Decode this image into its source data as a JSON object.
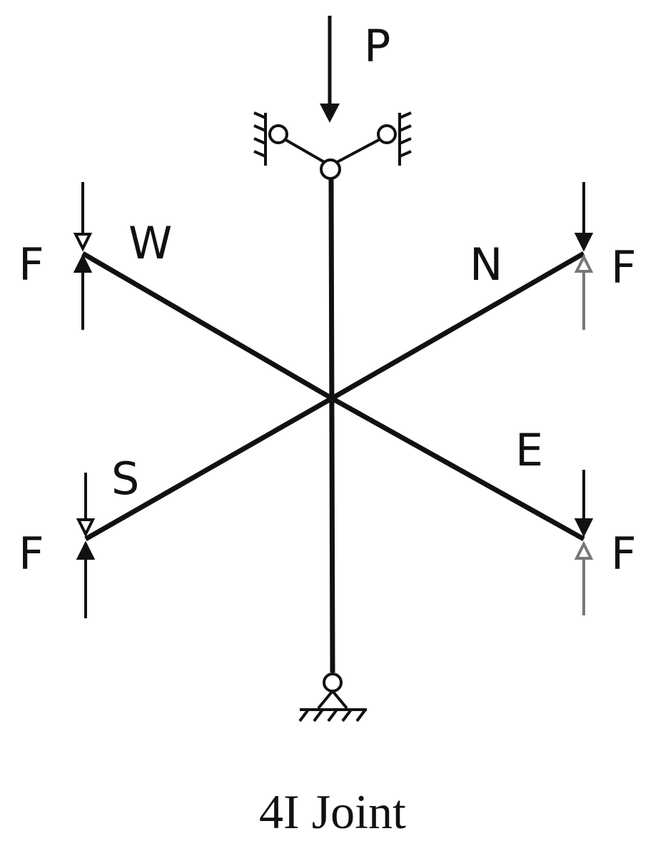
{
  "diagram": {
    "load_label": "P",
    "members": [
      {
        "id": "W",
        "label": "W"
      },
      {
        "id": "N",
        "label": "N"
      },
      {
        "id": "S",
        "label": "S"
      },
      {
        "id": "E",
        "label": "E"
      }
    ],
    "force_label": "F",
    "caption": "4I Joint"
  }
}
